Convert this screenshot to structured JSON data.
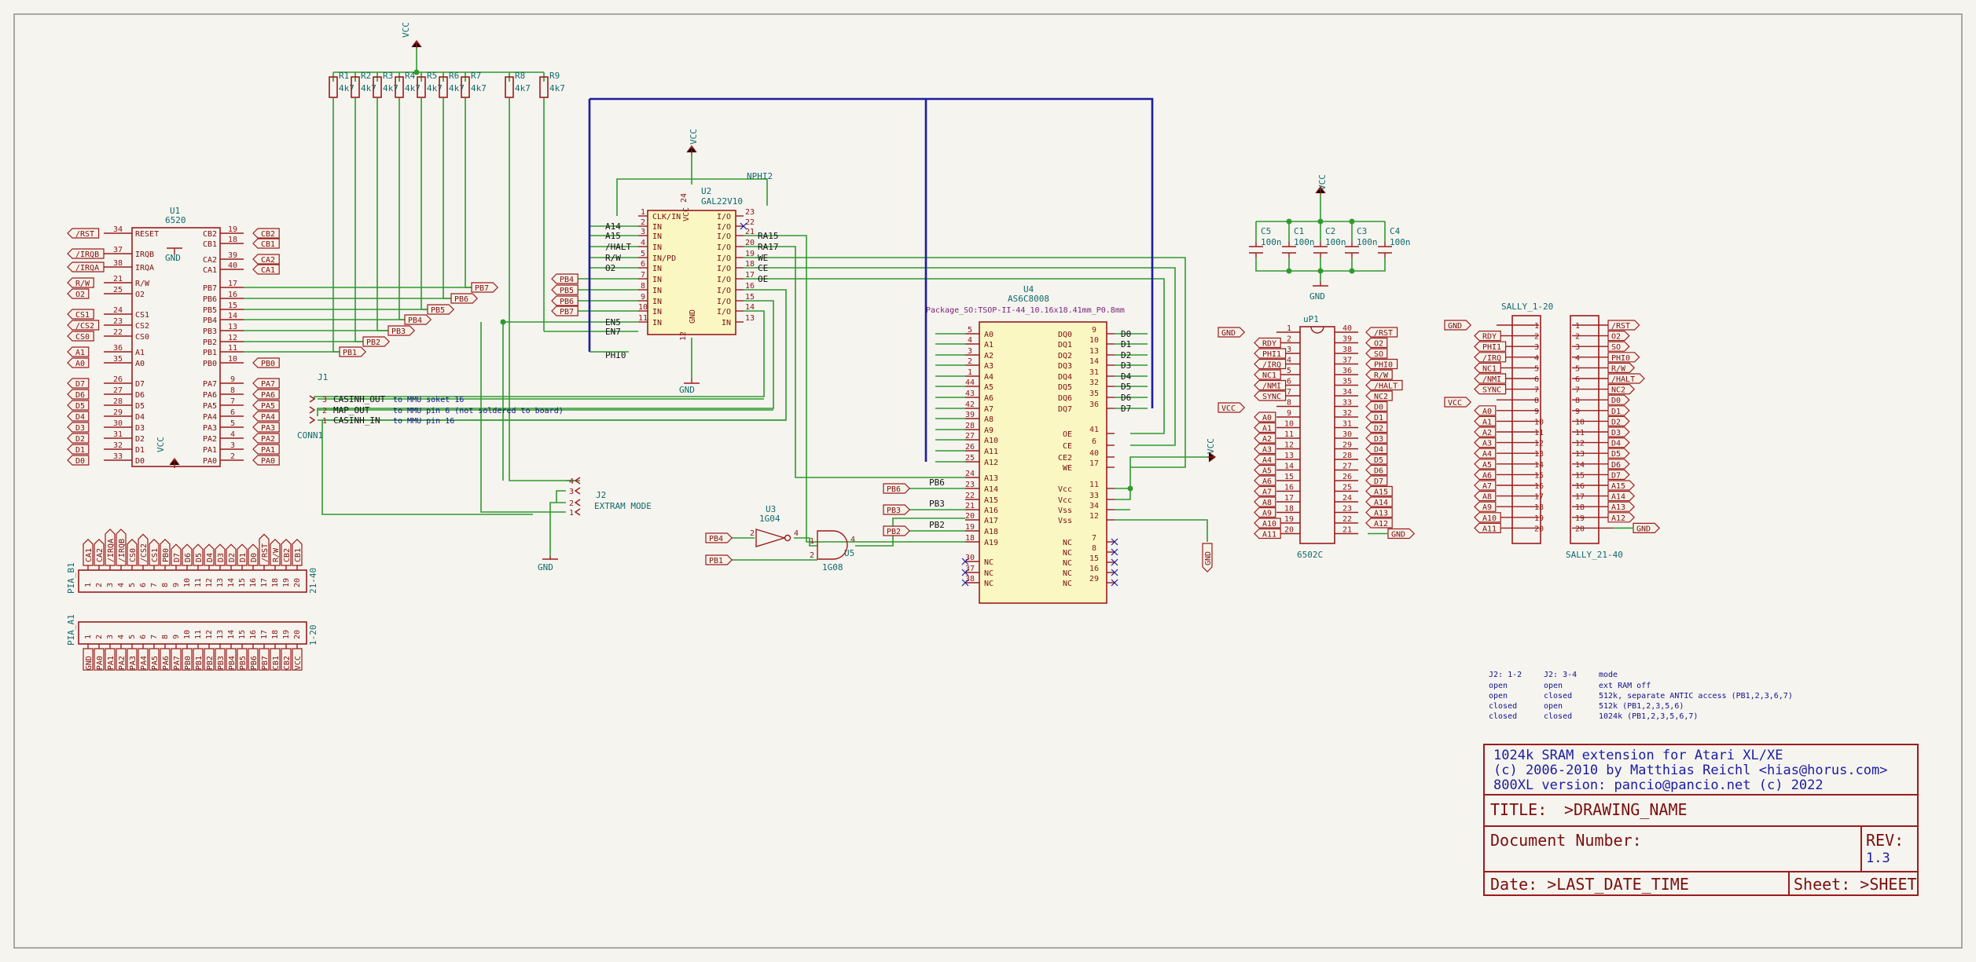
{
  "title_block": {
    "line1": "1024k SRAM extension for Atari XL/XE",
    "line2": "(c) 2006-2010 by Matthias Reichl <hias@horus.com>",
    "line3": "800XL version: pancio@pancio.net  (c) 2022",
    "title_label": "TITLE:",
    "title_value": ">DRAWING_NAME",
    "docnum_label": "Document Number:",
    "rev_label": "REV:",
    "rev_value": "1.3",
    "date_label": "Date: >LAST_DATE_TIME",
    "sheet_label": "Sheet: >SHEET"
  },
  "mode_table": {
    "headers": [
      "J2: 1-2",
      "J2: 3-4",
      "mode"
    ],
    "rows": [
      [
        "open",
        "open",
        "ext RAM off"
      ],
      [
        "open",
        "closed",
        "512k, separate ANTIC access (PB1,2,3,6,7)"
      ],
      [
        "closed",
        "open",
        "512k (PB1,2,3,5,6)"
      ],
      [
        "closed",
        "closed",
        "1024k (PB1,2,3,5,6,7)"
      ]
    ]
  },
  "power_labels": {
    "vcc": "VCC",
    "gnd": "GND"
  },
  "resistors": {
    "refs": [
      "R1",
      "R2",
      "R3",
      "R4",
      "R5",
      "R6",
      "R7",
      "R8",
      "R9"
    ],
    "value": "4k7"
  },
  "capacitors": {
    "refs": [
      "C5",
      "C1",
      "C2",
      "C3",
      "C4"
    ],
    "value": "100n"
  },
  "u1": {
    "ref": "U1",
    "value": "6520",
    "left_labels": [
      "/RST",
      "/IRQB",
      "/IRQA",
      "R/W",
      "O2",
      "CS1",
      "/CS2",
      "CS0",
      "A1",
      "A0",
      "D7",
      "D6",
      "D5",
      "D4",
      "D3",
      "D2",
      "D1",
      "D0"
    ],
    "left_pins": [
      "34",
      "37",
      "38",
      "21",
      "25",
      "24",
      "23",
      "22",
      "36",
      "35",
      "26",
      "27",
      "28",
      "29",
      "30",
      "31",
      "32",
      "33"
    ],
    "left_names": [
      "RESET",
      "IRQB",
      "IRQA",
      "R/W",
      "O2",
      "CS1",
      "CS2",
      "CS0",
      "A1",
      "A0",
      "D7",
      "D6",
      "D5",
      "D4",
      "D3",
      "D2",
      "D1",
      "D0"
    ],
    "right_names": [
      "CB2",
      "CB1",
      "CA2",
      "CA1",
      "PB7",
      "PB6",
      "PB5",
      "PB4",
      "PB3",
      "PB2",
      "PB1",
      "PB0",
      "PA7",
      "PA6",
      "PA5",
      "PA4",
      "PA3",
      "PA2",
      "PA1",
      "PA0"
    ],
    "right_pins": [
      "19",
      "18",
      "39",
      "40",
      "17",
      "16",
      "15",
      "14",
      "13",
      "12",
      "11",
      "10",
      "9",
      "8",
      "7",
      "6",
      "5",
      "4",
      "3",
      "2"
    ],
    "right_labels": [
      "CB2",
      "CB1",
      "CA2",
      "CA1",
      "PB7",
      "PB6",
      "PB5",
      "PB4",
      "PB3",
      "PB2",
      "PB1",
      "PB0",
      "PA7",
      "PA6",
      "PA5",
      "PA4",
      "PA3",
      "PA2",
      "PA1",
      "PA0"
    ]
  },
  "u2": {
    "ref": "U2",
    "value": "GAL22V10",
    "extra_label": "NPHI2",
    "left_names": [
      "CLK/IN",
      "IN",
      "IN",
      "IN",
      "IN/PD",
      "IN",
      "IN",
      "IN",
      "IN",
      "IN",
      "IN"
    ],
    "left_pins": [
      "1",
      "2",
      "3",
      "4",
      "5",
      "6",
      "7",
      "8",
      "9",
      "10",
      "11"
    ],
    "left_nets": [
      "",
      "A14",
      "A15",
      "/HALT",
      "R/W",
      "O2",
      "PB4",
      "PB5",
      "PB6",
      "PB7",
      "EN5",
      "EN7"
    ],
    "right_names": [
      "I/O",
      "I/O",
      "I/O",
      "I/O",
      "I/O",
      "I/O",
      "I/O",
      "I/O",
      "I/O",
      "I/O",
      "IN"
    ],
    "right_pins": [
      "23",
      "22",
      "21",
      "20",
      "19",
      "18",
      "17",
      "16",
      "15",
      "14",
      "13"
    ],
    "right_nets": [
      "",
      "",
      "RA15",
      "RA17",
      "WE",
      "CE",
      "OE",
      "",
      "",
      "",
      ""
    ],
    "vcc_pin": "24",
    "gnd_pin": "12",
    "vcc_name": "VCC",
    "gnd_name": "GND",
    "phi_net": "PHI0"
  },
  "u4": {
    "ref": "U4",
    "value": "AS6C8008",
    "footprint": "Package_SO:TSOP-II-44_10.16x18.41mm_P0.8mm",
    "left_pins": [
      "5",
      "4",
      "3",
      "2",
      "1",
      "44",
      "43",
      "42",
      "39",
      "28",
      "27",
      "26",
      "25",
      "24",
      "23",
      "22",
      "21",
      "20",
      "19",
      "18",
      "30",
      "37",
      "38"
    ],
    "left_names": [
      "A0",
      "A1",
      "A2",
      "A3",
      "A4",
      "A5",
      "A6",
      "A7",
      "A8",
      "A9",
      "A10",
      "A11",
      "A12",
      "A13",
      "A14",
      "A15",
      "A16",
      "A17",
      "A18",
      "A19",
      "NC",
      "NC",
      "NC"
    ],
    "right_names": [
      "DQ0",
      "DQ1",
      "DQ2",
      "DQ3",
      "DQ4",
      "DQ5",
      "DQ6",
      "DQ7",
      "OE",
      "CE",
      "WE",
      "CE2",
      "Vcc",
      "Vcc",
      "Vss",
      "Vss",
      "NC",
      "NC",
      "NC",
      "NC",
      "NC"
    ],
    "right_pins": [
      "9",
      "10",
      "13",
      "14",
      "31",
      "32",
      "35",
      "36",
      "41",
      "6",
      "17",
      "40",
      "11",
      "33",
      "34",
      "12",
      "7",
      "8",
      "15",
      "16",
      "29"
    ],
    "right_nets": [
      "D0",
      "D1",
      "D2",
      "D3",
      "D4",
      "D5",
      "D6",
      "D7"
    ],
    "pb_nets": [
      "PB6",
      "PB3",
      "PB2"
    ]
  },
  "u3": {
    "ref": "U3",
    "value": "1G04",
    "in_pin": "2",
    "out_pin": "4"
  },
  "u5": {
    "ref": "U5",
    "value": "1G08",
    "a_pin": "1",
    "b_pin": "2",
    "y_pin": "4"
  },
  "u3_inputs": [
    "PB4",
    "PB1"
  ],
  "j1": {
    "ref": "J1",
    "value": "CONN1",
    "pins": [
      "3",
      "2",
      "1"
    ],
    "nets": [
      "CASINH_OUT",
      "MAP_OUT",
      "CASINH_IN"
    ],
    "notes": [
      "to MMU soket 16",
      "to MMU pin 6 (not soldered to board)",
      "to MMU pin 16"
    ]
  },
  "j2": {
    "ref": "J2",
    "value": "EXTRAM MODE",
    "pins": [
      "4",
      "3",
      "2",
      "1"
    ]
  },
  "up1": {
    "ref": "uP1",
    "value": "6502C",
    "left_nets": [
      "GND",
      "RDY",
      "PHI1",
      "/IRQ",
      "NC1",
      "/NMI",
      "SYNC",
      "VCC",
      "A0",
      "A1",
      "A2",
      "A3",
      "A4",
      "A5",
      "A6",
      "A7",
      "A8",
      "A9",
      "A10",
      "A11"
    ],
    "left_pins": [
      "1",
      "2",
      "3",
      "4",
      "5",
      "6",
      "7",
      "8",
      "9",
      "10",
      "11",
      "12",
      "13",
      "14",
      "15",
      "16",
      "17",
      "18",
      "19",
      "20"
    ],
    "right_pins": [
      "40",
      "39",
      "38",
      "37",
      "36",
      "35",
      "34",
      "33",
      "32",
      "31",
      "30",
      "29",
      "28",
      "27",
      "26",
      "25",
      "24",
      "23",
      "22",
      "21"
    ],
    "right_nets": [
      "/RST",
      "O2",
      "SO",
      "PHI0",
      "R/W",
      "/HALT",
      "NC2",
      "D0",
      "D1",
      "D2",
      "D3",
      "D4",
      "D5",
      "D6",
      "D7",
      "A15",
      "A14",
      "A13",
      "A12",
      "GND"
    ]
  },
  "sally1": {
    "ref": "SALLY_1-20",
    "nets": [
      "GND",
      "RDY",
      "PHI1",
      "/IRQ",
      "NC1",
      "/NMI",
      "SYNC",
      "VCC",
      "A0",
      "A1",
      "A2",
      "A3",
      "A4",
      "A5",
      "A6",
      "A7",
      "A8",
      "A9",
      "A10",
      "A11"
    ],
    "pins": [
      "1",
      "2",
      "3",
      "4",
      "5",
      "6",
      "7",
      "8",
      "9",
      "10",
      "11",
      "12",
      "13",
      "14",
      "15",
      "16",
      "17",
      "18",
      "19",
      "20"
    ]
  },
  "sally2": {
    "ref": "SALLY_21-40",
    "nets": [
      "/RST",
      "O2",
      "SO",
      "PHI0",
      "R/W",
      "/HALT",
      "NC2",
      "D0",
      "D1",
      "D2",
      "D3",
      "D4",
      "D5",
      "D6",
      "D7",
      "A15",
      "A14",
      "A13",
      "A12",
      "GND"
    ],
    "pins": [
      "1",
      "2",
      "3",
      "4",
      "5",
      "6",
      "7",
      "8",
      "9",
      "10",
      "11",
      "12",
      "13",
      "14",
      "15",
      "16",
      "17",
      "18",
      "19",
      "20"
    ]
  },
  "pia_b1": {
    "ref": "PIA_B1",
    "value": "21-40",
    "labels": [
      "CA1",
      "CA2",
      "/IRQA",
      "/IRQB",
      "CS0",
      "/CS2",
      "CS1",
      "PB0",
      "D7",
      "D6",
      "D5",
      "D4",
      "D3",
      "D2",
      "D1",
      "D0",
      "/RST",
      "R/W",
      "CB2",
      "CB1"
    ],
    "pins": [
      "1",
      "2",
      "3",
      "4",
      "5",
      "6",
      "7",
      "8",
      "9",
      "10",
      "11",
      "12",
      "13",
      "14",
      "15",
      "16",
      "17",
      "18",
      "19",
      "20"
    ]
  },
  "pia_a1": {
    "ref": "PIA_A1",
    "value": "1-20",
    "labels": [
      "GND",
      "PA0",
      "PA1",
      "PA2",
      "PA3",
      "PA4",
      "PA5",
      "PA6",
      "PA7",
      "PB0",
      "PB1",
      "PB2",
      "PB3",
      "PB4",
      "PB5",
      "PB6",
      "PB7",
      "CB1",
      "CB2",
      "VCC"
    ],
    "pins": [
      "1",
      "2",
      "3",
      "4",
      "5",
      "6",
      "7",
      "8",
      "9",
      "10",
      "11",
      "12",
      "13",
      "14",
      "15",
      "16",
      "17",
      "18",
      "19",
      "20"
    ]
  }
}
